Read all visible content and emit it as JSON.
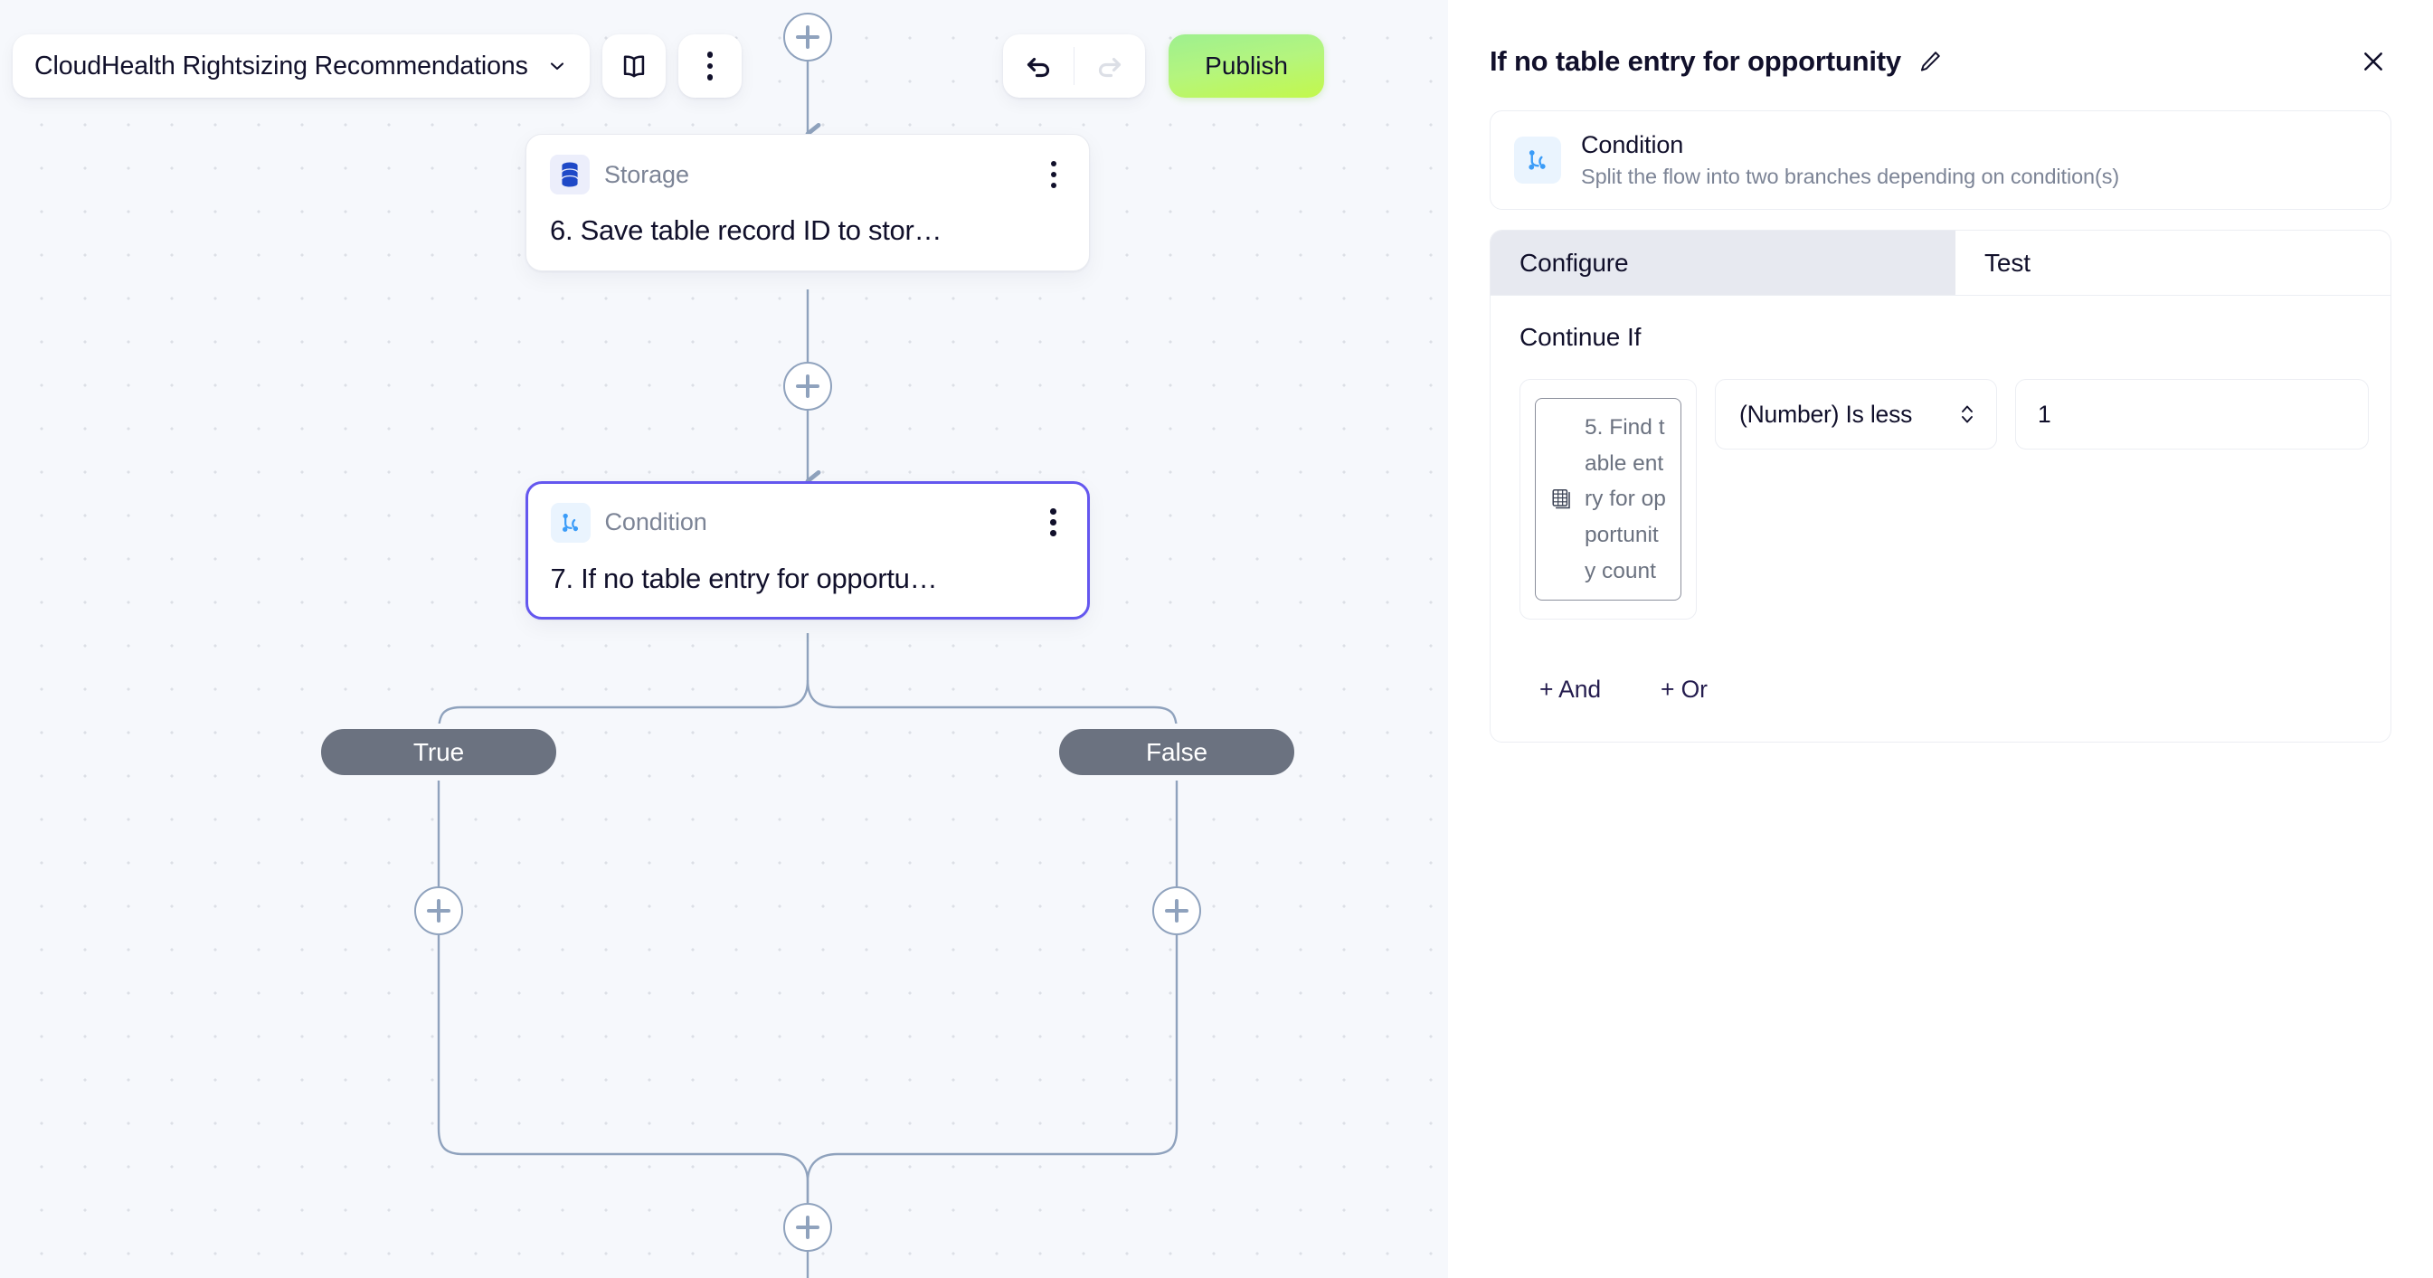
{
  "toolbar": {
    "flow_title": "CloudHealth Rightsizing Recommendations",
    "chevron_icon": "chevron-down-icon",
    "docs_icon": "book-icon",
    "more_icon": "more-vertical-icon",
    "undo_icon": "undo-arrow-icon",
    "redo_icon": "redo-arrow-icon",
    "publish_label": "Publish",
    "publish_color": "#b8f566"
  },
  "canvas": {
    "background_color": "#f6f8fc",
    "edge_color": "#8fa2bd",
    "nodes": [
      {
        "id": "storage-node",
        "type_label": "Storage",
        "type_icon": "database-icon",
        "title": "6. Save table record ID to stor…",
        "selected": false
      },
      {
        "id": "condition-node",
        "type_label": "Condition",
        "type_icon": "branch-icon",
        "title": "7. If no table entry for opportu…",
        "selected": true,
        "selected_border_color": "#6457ef"
      }
    ],
    "branches": [
      {
        "label": "True"
      },
      {
        "label": "False"
      }
    ],
    "add_step_icon": "plus-icon",
    "add_step_count": 5
  },
  "panel": {
    "title": "If no table entry for opportunity",
    "edit_icon": "pencil-icon",
    "close_icon": "close-icon",
    "info": {
      "icon": "branch-icon",
      "name": "Condition",
      "description": "Split the flow into two branches depending on condition(s)"
    },
    "tabs": [
      {
        "label": "Configure",
        "active": true
      },
      {
        "label": "Test",
        "active": false
      }
    ],
    "section_label": "Continue If",
    "condition": {
      "variable_icon": "table-icon",
      "variable_label": "5. Find table entry for opportunity count",
      "operator": "(Number) Is less",
      "operator_icon": "chevron-updown-icon",
      "value": "1",
      "value_placeholder": ""
    },
    "logic_buttons": [
      {
        "label": "+ And"
      },
      {
        "label": "+ Or"
      }
    ]
  }
}
